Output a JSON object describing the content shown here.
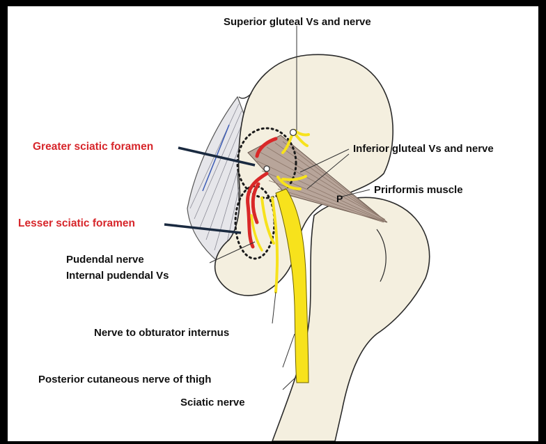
{
  "labels": {
    "superior_gluteal": "Superior gluteal Vs and nerve",
    "greater_sciatic": "Greater sciatic foramen",
    "inferior_gluteal": "Inferior gluteal Vs and nerve",
    "piriformis": "Prirformis muscle",
    "piriformis_letter": "P",
    "lesser_sciatic": "Lesser sciatic foramen",
    "pudendal_nerve": "Pudendal nerve",
    "internal_pudendal": "Internal pudendal Vs",
    "nerve_obturator": "Nerve to obturator internus",
    "posterior_cutaneous": "Posterior cutaneous nerve of thigh",
    "sciatic": "Sciatic nerve"
  },
  "colors": {
    "bone": "#f4efdf",
    "outline": "#2a2a2a",
    "nerve_yellow": "#f7e21c",
    "vessel_red": "#d92828",
    "label_red": "#d7262b",
    "muscle": "#b8a59a"
  }
}
